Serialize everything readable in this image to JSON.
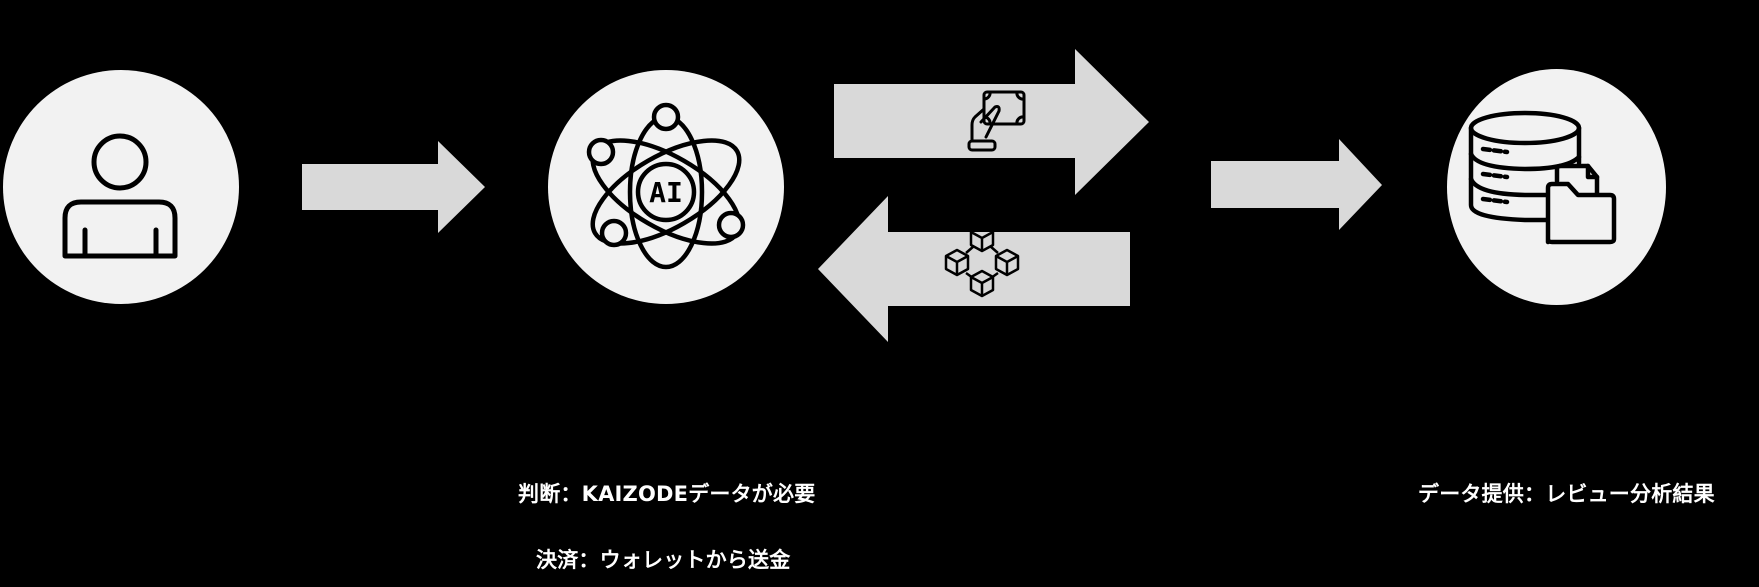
{
  "diagram": {
    "background_color": "#000000",
    "node_fill": "#f2f2f2",
    "arrow_fill": "#d9d9d9",
    "icon_stroke": "#000000",
    "label_color": "#ffffff",
    "nodes": [
      {
        "id": "user",
        "icon": "person-icon"
      },
      {
        "id": "ai-agent",
        "icon": "ai-atom-icon",
        "icon_text": "AI"
      },
      {
        "id": "data-provider",
        "icon": "database-folder-icon"
      }
    ],
    "arrows": [
      {
        "id": "user-to-ai",
        "direction": "right"
      },
      {
        "id": "payment",
        "direction": "right",
        "icon": "hand-cash-icon"
      },
      {
        "id": "blockchain-return",
        "direction": "left",
        "icon": "blockchain-blocks-icon"
      },
      {
        "id": "to-data",
        "direction": "right"
      }
    ],
    "labels": {
      "judgment": "判断：KAIZODEデータが必要",
      "settlement": "決済：ウォレットから送金",
      "data_provision": "データ提供：レビュー分析結果"
    }
  }
}
